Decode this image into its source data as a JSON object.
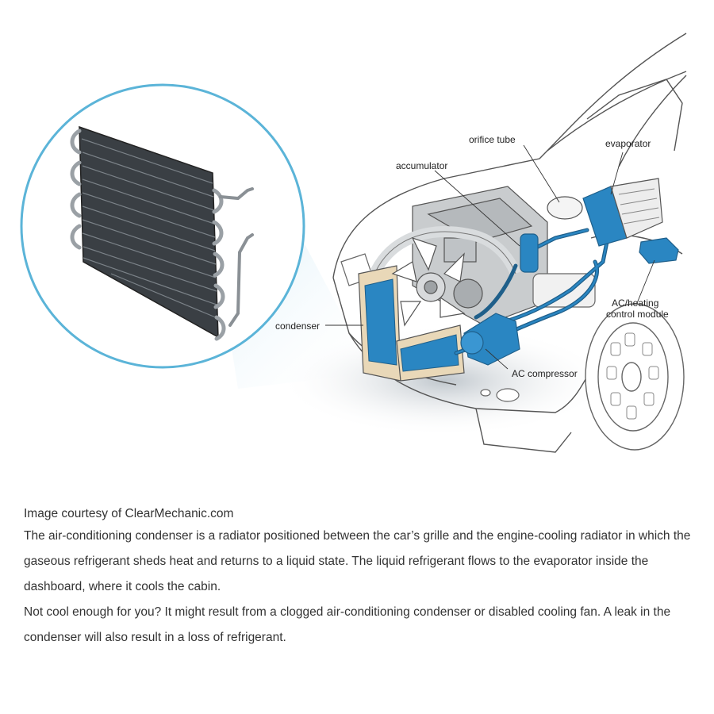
{
  "figure": {
    "labels": {
      "orifice_tube": "orifice tube",
      "evaporator": "evaporator",
      "accumulator": "accumulator",
      "condenser": "condenser",
      "ac_heating_line1": "AC/heating",
      "ac_heating_line2": "control module",
      "ac_compressor": "AC compressor"
    }
  },
  "caption": {
    "credit": "Image courtesy of ClearMechanic.com",
    "paragraph1": "The air-conditioning condenser is a radiator positioned between the car’s grille and the engine-cooling radiator in which the gaseous refrigerant sheds heat and returns to a liquid state. The liquid refrigerant flows to the evaporator inside the dashboard, where it cools the cabin.",
    "paragraph2": "Not cool enough for you? It might result from a clogged air-conditioning condenser or disabled cooling fan. A leak in the condenser will also result in a loss of refrigerant."
  },
  "colors": {
    "component_blue": "#2a86c2",
    "circle_outline": "#5bb4d8",
    "magnifier_glow": "#cfe8f4"
  }
}
